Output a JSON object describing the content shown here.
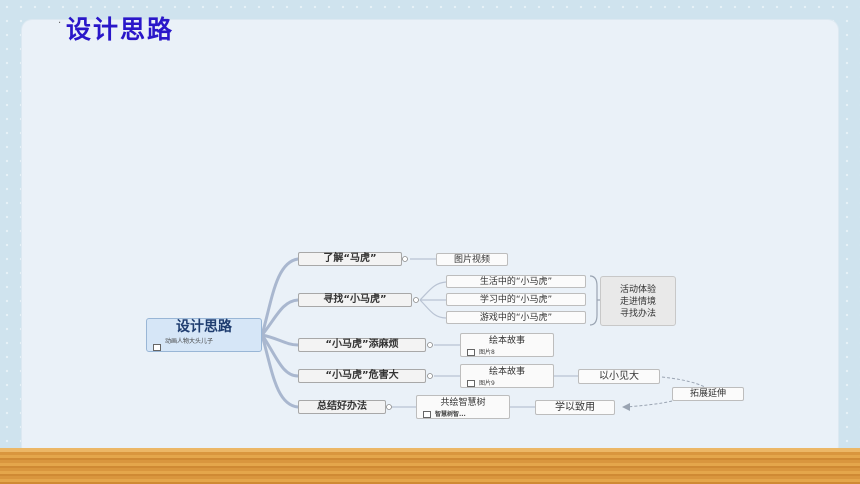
{
  "slide": {
    "title": "设计思路"
  },
  "mindmap": {
    "root": {
      "label": "设计思路",
      "note": "动画人物大头儿子"
    },
    "branches": [
      {
        "label": "了解“马虎”",
        "child": "图片视频"
      },
      {
        "label": "寻找“小马虎”",
        "children": [
          "生活中的“小马虎”",
          "学习中的“小马虎”",
          "游戏中的“小马虎”"
        ]
      },
      {
        "label": "“小马虎”添麻烦",
        "child": "绘本故事",
        "child_note": "图片8"
      },
      {
        "label": "“小马虎”危害大",
        "child": "绘本故事",
        "child_note": "图片9",
        "next": "以小见大"
      },
      {
        "label": "总结好办法",
        "child": "共绘智慧树",
        "child_note": "智慧树智...",
        "next": "学以致用"
      }
    ],
    "summary": [
      "活动体验",
      "走进情境",
      "寻找办法"
    ],
    "extension": "拓展延伸"
  },
  "colors": {
    "title": "#2a17c9",
    "panel": "#eaf1f8",
    "background": "#cfe3ee",
    "wood": "#d9963e"
  }
}
